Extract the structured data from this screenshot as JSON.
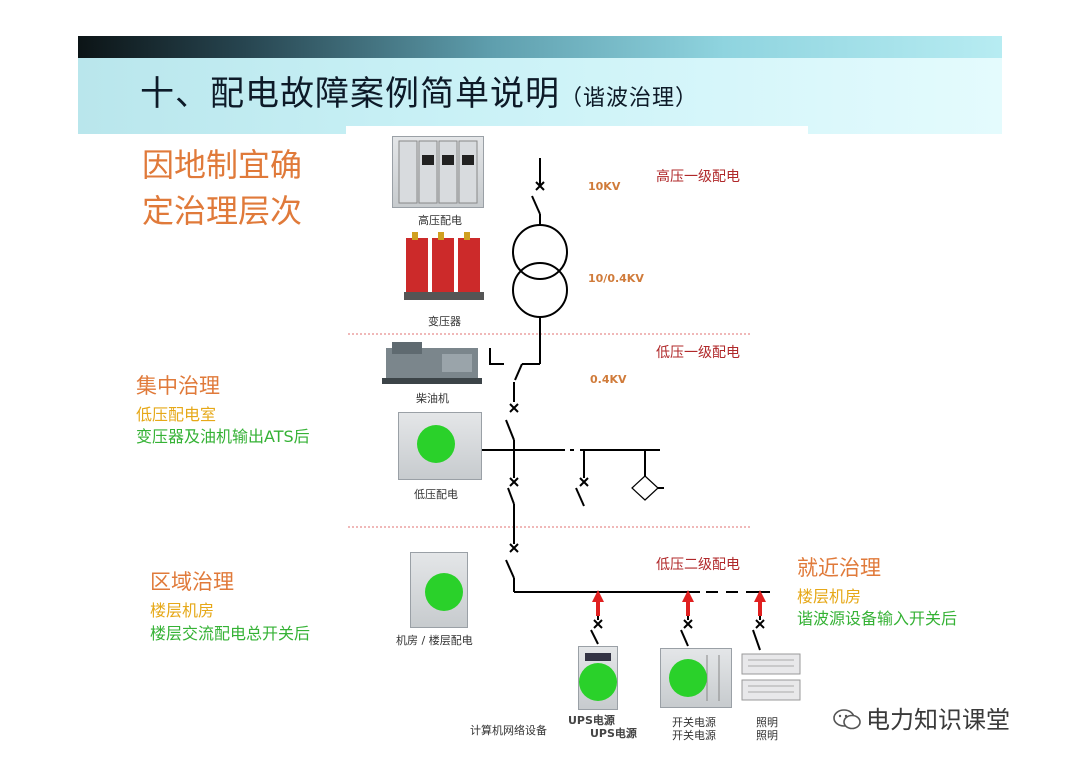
{
  "title": {
    "main": "十、配电故障案例简单说明",
    "sub": "（谐波治理）"
  },
  "headline": {
    "line1": "因地制宜确",
    "line2": "定治理层次"
  },
  "levels": {
    "central": {
      "title": "集中治理",
      "place": "低压配电室",
      "position": "变压器及油机输出ATS后"
    },
    "regional": {
      "title": "区域治理",
      "place": "楼层机房",
      "position": "楼层交流配电总开关后"
    },
    "nearby": {
      "title": "就近治理",
      "place": "楼层机房",
      "position": "谐波源设备输入开关后"
    }
  },
  "equipment": {
    "hv_cabinet": "高压配电",
    "transformer": "变压器",
    "generator": "柴油机",
    "lv_cabinet": "低压配电",
    "floor_cabinet": "机房 / 楼层配电",
    "computer_network": "计算机网络设备",
    "ups_1": "UPS电源",
    "ups_2": "UPS电源",
    "switch_psu_1": "开关电源",
    "switch_psu_2": "开关电源",
    "lighting_1": "照明",
    "lighting_2": "照明"
  },
  "sections": {
    "hv_primary": "高压一级配电",
    "lv_primary": "低压一级配电",
    "lv_secondary": "低压二级配电"
  },
  "voltages": {
    "v1": "10KV",
    "v2": "10/0.4KV",
    "v3": "0.4KV"
  },
  "watermark": "电力知识课堂",
  "colors": {
    "orange": "#e07a3a",
    "yellow": "#e6a818",
    "green": "#35b235",
    "red": "#b0282a",
    "marker_green": "#2ad12a"
  }
}
